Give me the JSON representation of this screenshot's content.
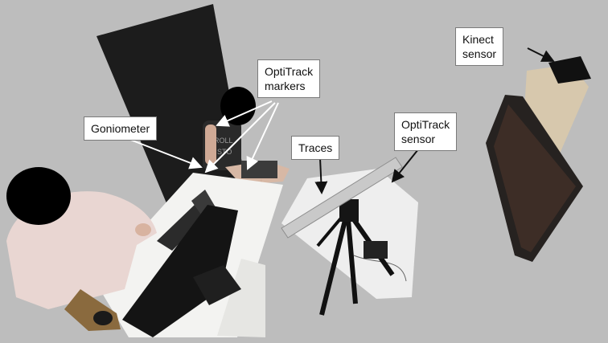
{
  "labels": {
    "kinect_line1": "Kinect",
    "kinect_line2": "sensor",
    "optitrack_markers_line1": "OptiTrack",
    "optitrack_markers_line2": "markers",
    "goniometer": "Goniometer",
    "traces": "Traces",
    "optitrack_sensor_line1": "OptiTrack",
    "optitrack_sensor_line2": "sensor"
  },
  "colors": {
    "background": "#bdbdbd",
    "label_background": "#ffffff",
    "arrow": "#ffffff",
    "arrow_dark": "#111111"
  }
}
